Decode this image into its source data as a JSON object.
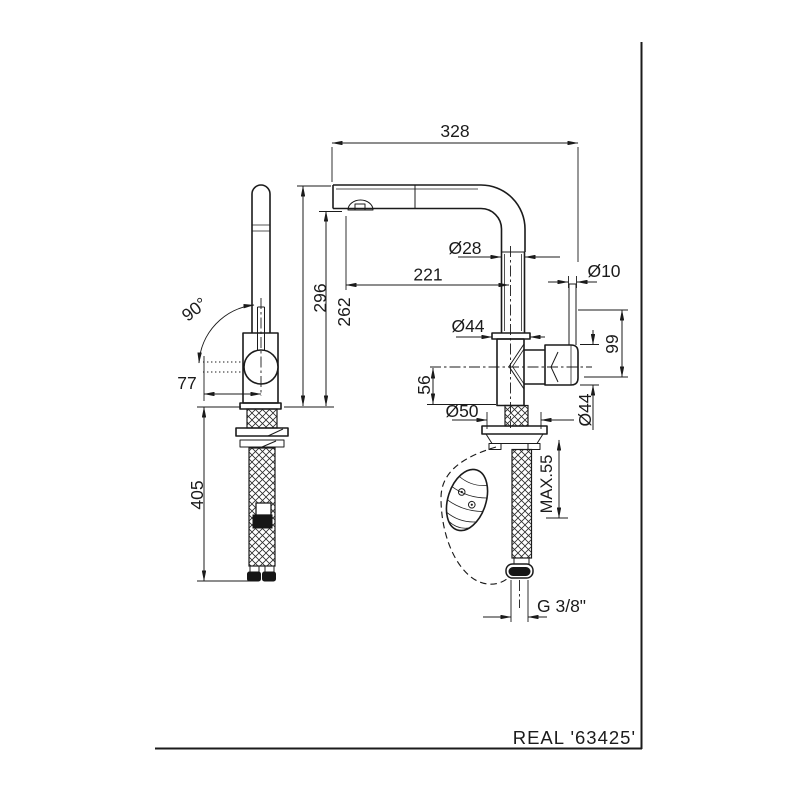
{
  "drawing": {
    "dims": {
      "spout_projection": "328",
      "spout_diameter": "Ø28",
      "aerator_projection": "221",
      "lever_diameter": "Ø10",
      "height_spout_top": "296",
      "height_outlet": "262",
      "swivel_angle": "90°",
      "handle_offset": "77",
      "body_diameter": "Ø44",
      "handle_height": "99",
      "outlet_axis_height": "56",
      "base_diameter": "Ø50",
      "handle_body_diameter": "Ø44",
      "hose_length": "405",
      "max_counter_thickness": "MAX.55",
      "supply_thread": "G 3/8\""
    },
    "title_block": {
      "code": "REAL '63425'"
    }
  }
}
